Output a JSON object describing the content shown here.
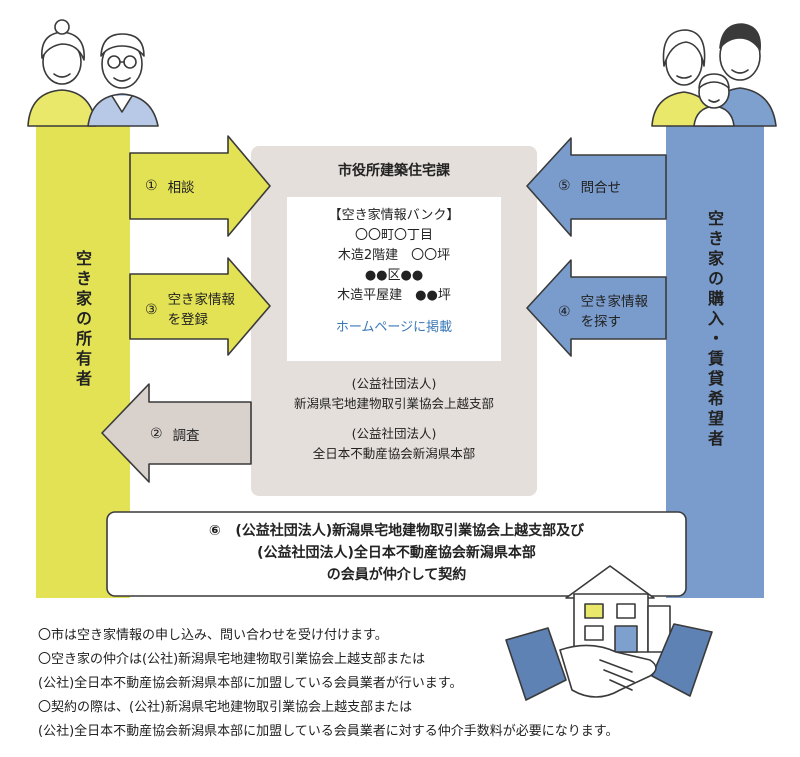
{
  "owner_label": "空き家の所有者",
  "buyer_label": "空き家の購入・賃貸希望者",
  "center_title": "市役所建築住宅課",
  "bank": {
    "lines": [
      "【空き家情報バンク】",
      "〇〇町〇丁目",
      "木造2階建　〇〇坪",
      "●●区●●",
      "木造平屋建　●●坪"
    ],
    "link": "ホームページに掲載"
  },
  "orgs": [
    {
      "type": "(公益社団法人)",
      "name": "新潟県宅地建物取引業協会上越支部"
    },
    {
      "type": "(公益社団法人)",
      "name": "全日本不動産協会新潟県本部"
    }
  ],
  "steps": [
    {
      "num": "①",
      "label": [
        "相談"
      ]
    },
    {
      "num": "②",
      "label": [
        "調査"
      ]
    },
    {
      "num": "③",
      "label": [
        "空き家情報",
        "を登録"
      ]
    },
    {
      "num": "④",
      "label": [
        "空き家情報",
        "を探す"
      ]
    },
    {
      "num": "⑤",
      "label": [
        "問合せ"
      ]
    }
  ],
  "contract": {
    "num": "⑥",
    "lines": [
      "(公益社団法人)新潟県宅地建物取引業協会上越支部及び",
      "(公益社団法人)全日本不動産協会新潟県本部",
      "の会員が仲介して契約"
    ]
  },
  "notes": [
    "〇市は空き家情報の申し込み、問い合わせを受け付けます。",
    "〇空き家の仲介は(公社)新潟県宅地建物取引業協会上越支部または",
    "(公社)全日本不動産協会新潟県本部に加盟している会員業者が行います。",
    "〇契約の際は、(公社)新潟県宅地建物取引業協会上越支部または",
    "(公社)全日本不動産協会新潟県本部に加盟している会員業者に対する仲介手数料が必要になります。"
  ],
  "colors": {
    "owner": "#e3e254",
    "buyer": "#7a9ccc",
    "center": "#e5dfdb",
    "survey_arrow": "#d9d1cc",
    "link": "#3a78b8",
    "people_fill": "#e9e86a",
    "buyer_shirt": "#7da0cf"
  }
}
